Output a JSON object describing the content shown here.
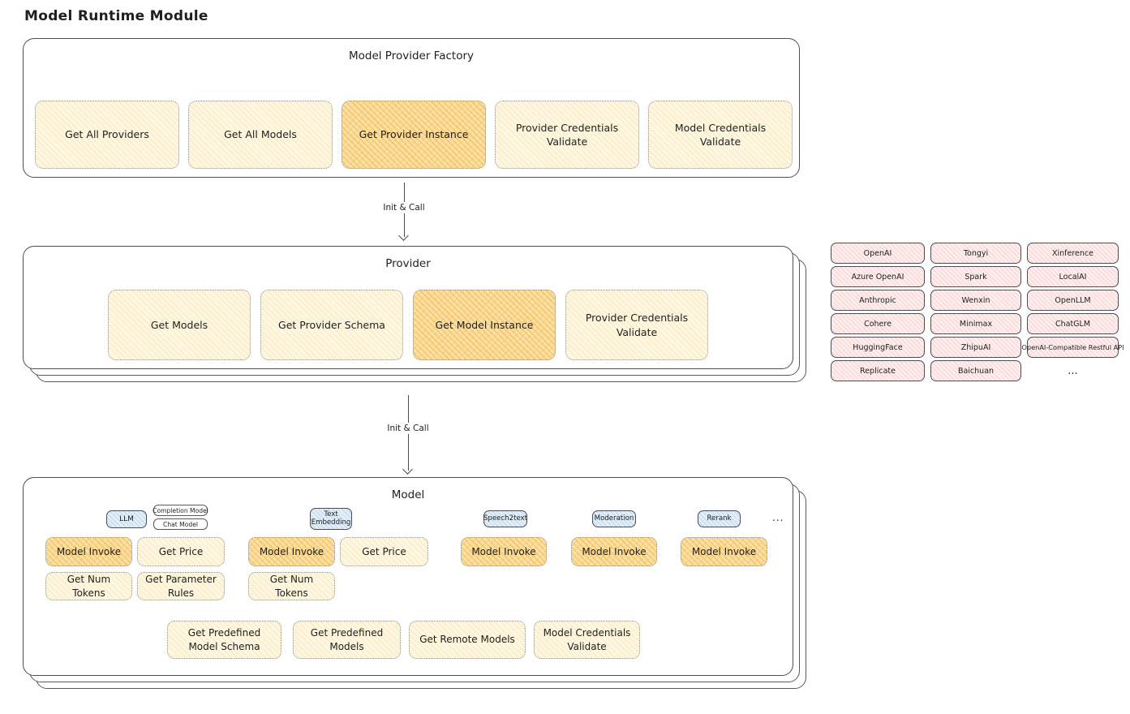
{
  "page": {
    "title": "Model Runtime Module"
  },
  "connectors": {
    "factory_to_provider": "Init & Call",
    "provider_to_model": "Init & Call"
  },
  "factory": {
    "title": "Model Provider Factory",
    "actions": [
      {
        "label": "Get All Providers",
        "highlight": false
      },
      {
        "label": "Get All Models",
        "highlight": false
      },
      {
        "label": "Get Provider Instance",
        "highlight": true
      },
      {
        "label": "Provider Credentials Validate",
        "highlight": false
      },
      {
        "label": "Model Credentials Validate",
        "highlight": false
      }
    ]
  },
  "provider": {
    "title": "Provider",
    "actions": [
      {
        "label": "Get Models",
        "highlight": false
      },
      {
        "label": "Get Provider Schema",
        "highlight": false
      },
      {
        "label": "Get Model Instance",
        "highlight": true
      },
      {
        "label": "Provider Credentials Validate",
        "highlight": false
      }
    ]
  },
  "providers_grid": {
    "items": [
      "OpenAI",
      "Tongyi",
      "Xinference",
      "Azure OpenAI",
      "Spark",
      "LocalAI",
      "Anthropic",
      "Wenxin",
      "OpenLLM",
      "Cohere",
      "Minimax",
      "ChatGLM",
      "HuggingFace",
      "ZhipuAI",
      "OpenAI-Compatible Restful API",
      "Replicate",
      "Baichuan",
      "..."
    ]
  },
  "model": {
    "title": "Model",
    "types": {
      "llm": "LLM",
      "completion_model": "Completion Model",
      "chat_model": "Chat Model",
      "text_embedding": "Text Embedding",
      "speech2text": "Speech2text",
      "moderation": "Moderation",
      "rerank": "Rerank",
      "more": "..."
    },
    "actions": {
      "model_invoke": "Model Invoke",
      "get_price": "Get Price",
      "get_num_tokens": "Get Num Tokens",
      "get_parameter_rules": "Get Parameter Rules",
      "get_predefined_model_schema": "Get Predefined Model Schema",
      "get_predefined_models": "Get Predefined Models",
      "get_remote_models": "Get Remote Models",
      "model_credentials_validate": "Model Credentials Validate"
    }
  },
  "colors": {
    "light_fill": "#fdf7e2",
    "highlight_fill": "#fbe0a4",
    "pink_fill": "#fdeded",
    "blue_fill": "#e2eef8",
    "outline": "#4b4e53"
  }
}
